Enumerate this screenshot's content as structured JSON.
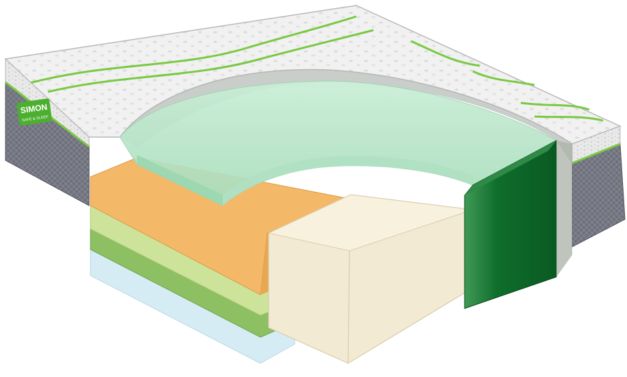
{
  "illustration": {
    "subject": "mattress-cutaway",
    "brand": {
      "name": "SIMON",
      "tagline": "SAFE & SLEEP",
      "badge_color": "#4caf2f"
    },
    "colors": {
      "cover_top": "#f3f3f3",
      "cover_quilt_accent": "#7ac943",
      "side_panel": "#6d6f7a",
      "comfort_foam": "#b9e6c8",
      "memory_foam": "#f4b968",
      "support_layer_1": "#cde39a",
      "support_layer_2": "#8dbf63",
      "base_foam": "#d6ecf5",
      "core_block": "#f3ead3",
      "edge_support": "#127a32"
    }
  }
}
